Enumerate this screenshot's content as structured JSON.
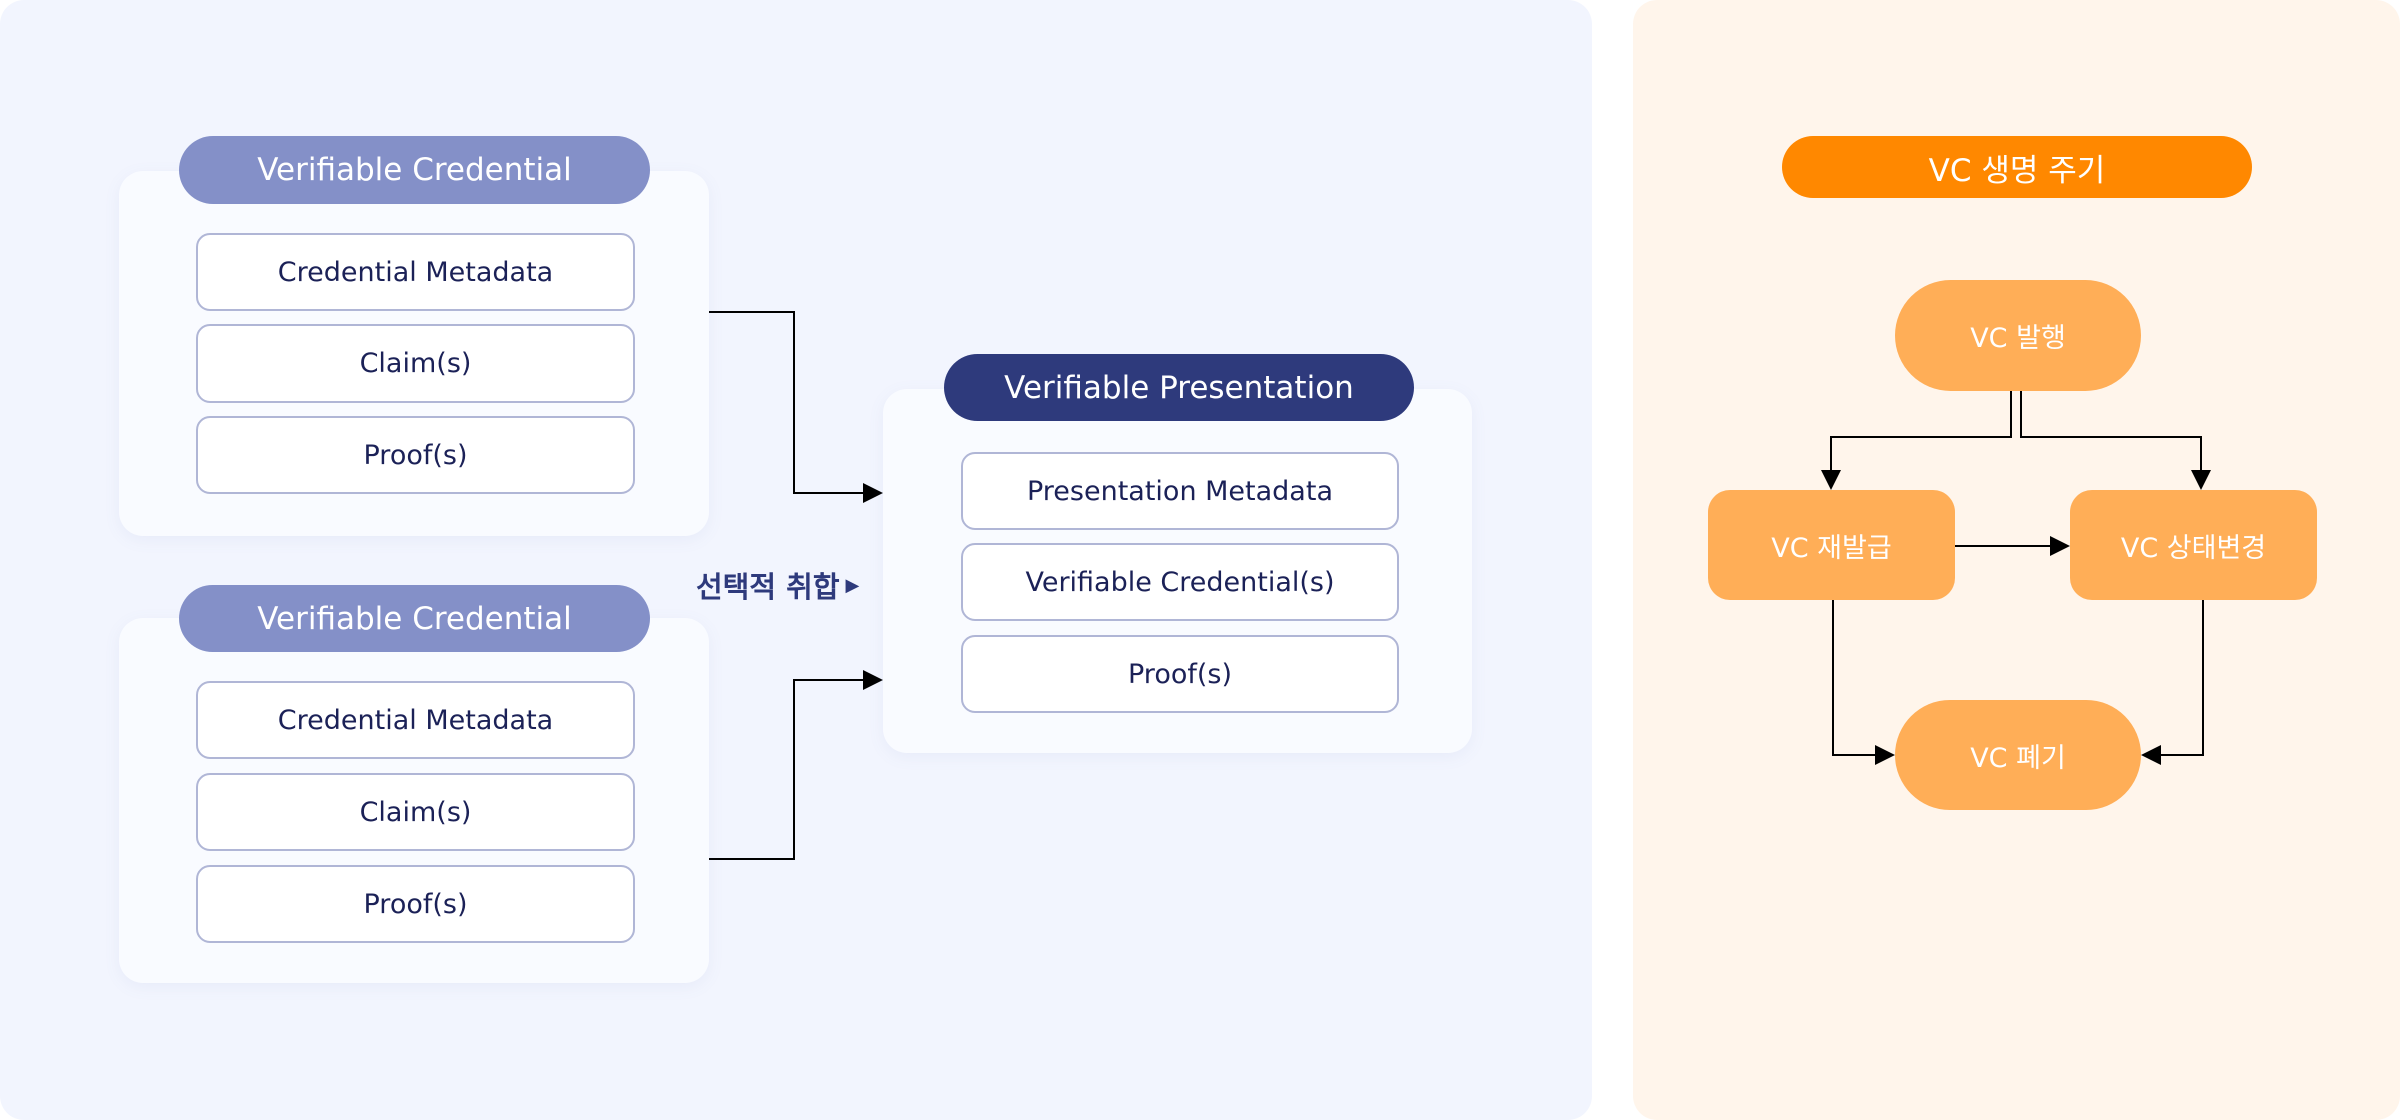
{
  "vc_cards": [
    {
      "title": "Verifiable Credential",
      "items": [
        "Credential Metadata",
        "Claim(s)",
        "Proof(s)"
      ]
    },
    {
      "title": "Verifiable Credential",
      "items": [
        "Credential Metadata",
        "Claim(s)",
        "Proof(s)"
      ]
    }
  ],
  "vp_card": {
    "title": "Verifiable Presentation",
    "items": [
      "Presentation Metadata",
      "Verifiable Credential(s)",
      "Proof(s)"
    ]
  },
  "selective_label": "선택적 취합",
  "lifecycle": {
    "title": "VC 생명 주기",
    "issue": "VC 발행",
    "reissue": "VC 재발급",
    "status_change": "VC 상태변경",
    "revoke": "VC 폐기"
  },
  "colors": {
    "vc_pill": "#8490c8",
    "vp_pill": "#2e3a7c",
    "lifecycle_title": "#ff8800",
    "node": "#ffae57"
  }
}
